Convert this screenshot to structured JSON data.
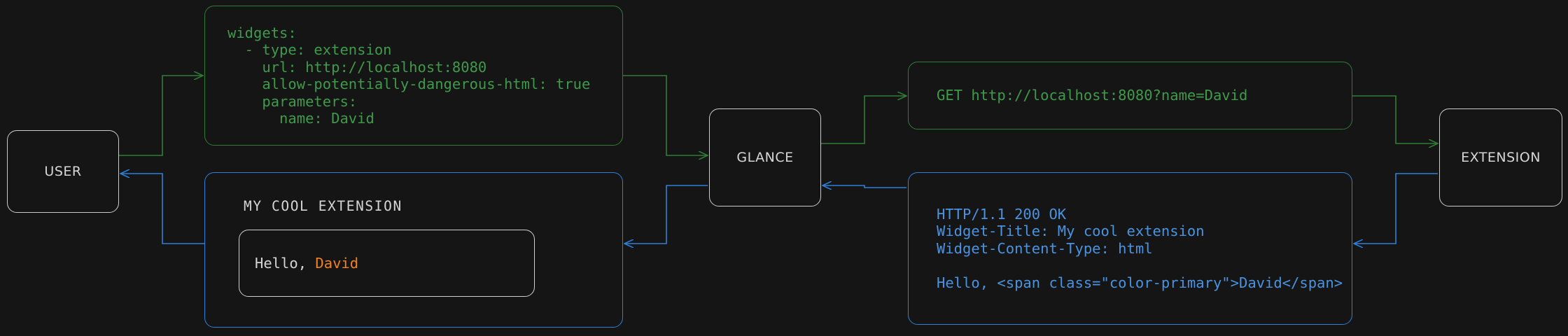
{
  "diagram": {
    "type": "flowchart",
    "background_color": "#151515",
    "request_color": "#3f9a4a",
    "response_color": "#4a93e0",
    "node_border_color": "#cccccc",
    "accent_color": "#f4811f"
  },
  "nodes": {
    "user": {
      "label": "USER"
    },
    "glance": {
      "label": "GLANCE"
    },
    "extension": {
      "label": "EXTENSION"
    }
  },
  "config_box": {
    "code": "widgets:\n  - type: extension\n    url: http://localhost:8080\n    allow-potentially-dangerous-html: true\n    parameters:\n      name: David"
  },
  "request_box": {
    "code": "GET http://localhost:8080?name=David"
  },
  "response_box": {
    "code": "HTTP/1.1 200 OK\nWidget-Title: My cool extension\nWidget-Content-Type: html\n\nHello, <span class=\"color-primary\">David</span>"
  },
  "widget_box": {
    "title": "MY COOL EXTENSION",
    "greeting_prefix": "Hello, ",
    "greeting_name": "David"
  }
}
